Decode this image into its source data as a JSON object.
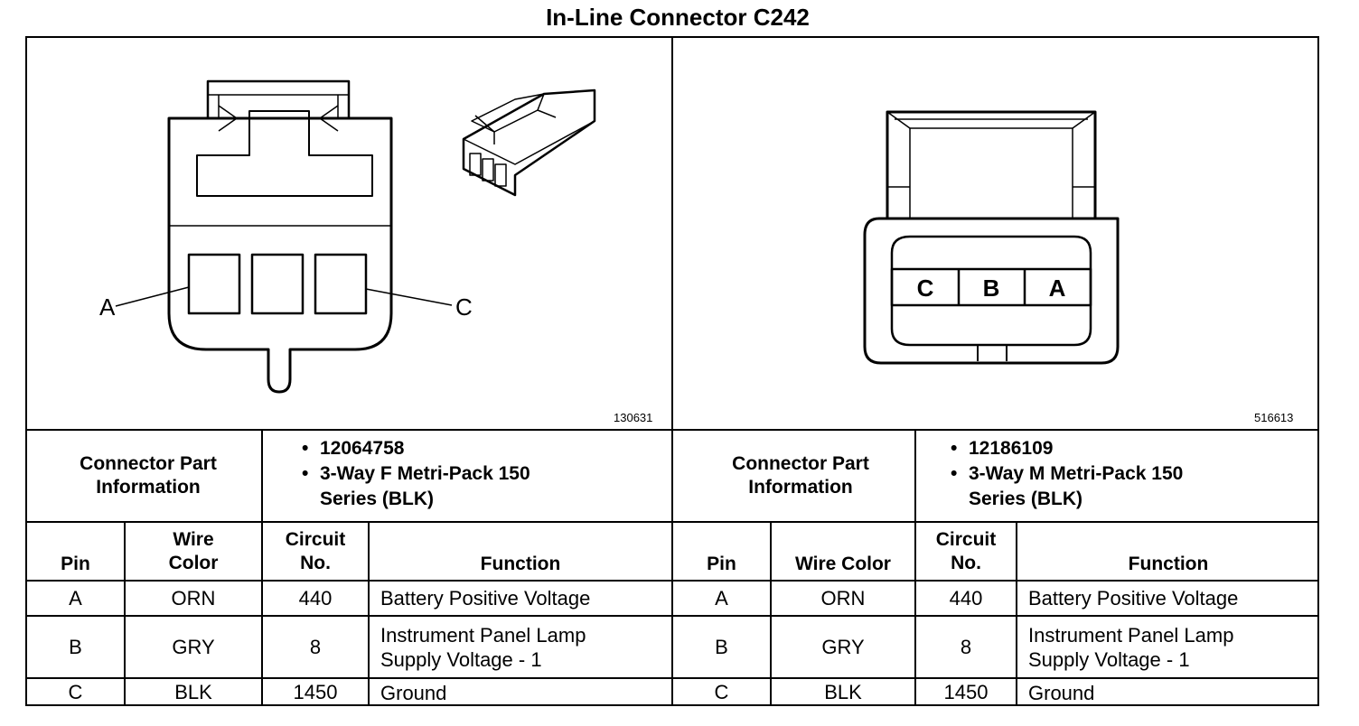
{
  "title": "In-Line Connector C242",
  "left": {
    "figure_id": "130631",
    "pin_labels": {
      "a": "A",
      "c": "C"
    },
    "part_info_label": "Connector Part Information",
    "part_info": [
      "12064758",
      "3-Way F Metri-Pack 150 Series (BLK)"
    ],
    "headers": {
      "pin": "Pin",
      "wire_color": "Wire Color",
      "circuit": "Circuit No.",
      "function": "Function"
    },
    "rows": [
      {
        "pin": "A",
        "wire": "ORN",
        "circuit": "440",
        "function": "Battery Positive Voltage"
      },
      {
        "pin": "B",
        "wire": "GRY",
        "circuit": "8",
        "function": "Instrument Panel Lamp Supply Voltage - 1"
      },
      {
        "pin": "C",
        "wire": "BLK",
        "circuit": "1450",
        "function": "Ground"
      }
    ]
  },
  "right": {
    "figure_id": "516613",
    "cavity_labels": [
      "C",
      "B",
      "A"
    ],
    "part_info_label": "Connector Part Information",
    "part_info": [
      "12186109",
      "3-Way M Metri-Pack 150 Series (BLK)"
    ],
    "headers": {
      "pin": "Pin",
      "wire_color": "Wire Color",
      "circuit": "Circuit No.",
      "function": "Function"
    },
    "rows": [
      {
        "pin": "A",
        "wire": "ORN",
        "circuit": "440",
        "function": "Battery Positive Voltage"
      },
      {
        "pin": "B",
        "wire": "GRY",
        "circuit": "8",
        "function": "Instrument Panel Lamp Supply Voltage - 1"
      },
      {
        "pin": "C",
        "wire": "BLK",
        "circuit": "1450",
        "function": "Ground"
      }
    ]
  }
}
